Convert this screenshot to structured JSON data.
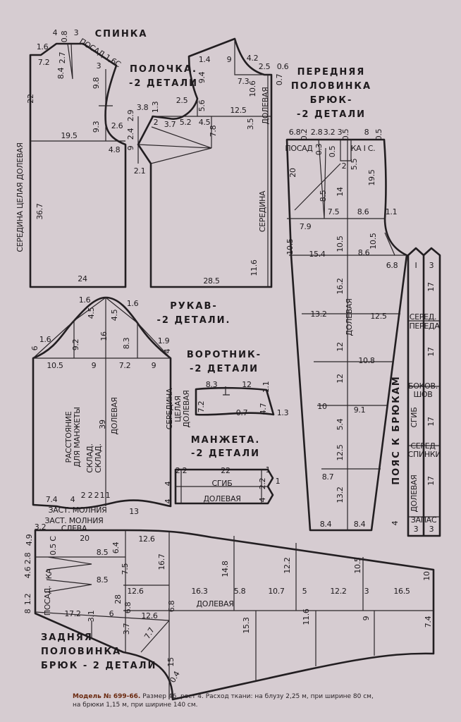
{
  "pieces": {
    "back": {
      "title": [
        "СПИНКА"
      ],
      "labels": [
        "4",
        "0.8",
        "3",
        "1.6",
        "7.2",
        "2.7",
        "8.4",
        "ПОСАД.1,6С",
        "3",
        "9.8",
        "22",
        "9.3",
        "2.6",
        "19.5",
        "4.8",
        "36.7",
        "24",
        "СЕРЕДИНА ЦЕЛАЯ ДОЛЕВАЯ"
      ]
    },
    "front": {
      "title": [
        "ПОЛОЧКА.",
        "-2 ДЕТАЛИ"
      ],
      "labels": [
        "1.4",
        "9",
        "4.2",
        "2.5",
        "0.6",
        "9.4",
        "7.3",
        "10.6",
        "0.7",
        "2.5",
        "5.6",
        "3.8",
        "1.3",
        "2",
        "3.7",
        "5.2",
        "4.5",
        "12.5",
        "2.9",
        "2.4",
        "9",
        "7.8",
        "2.1",
        "3.5",
        "11.6",
        "28.5",
        "СЕРЕДИНА",
        "ДОЛЕВАЯ"
      ]
    },
    "front_trousers": {
      "title": [
        "ПЕРЕДНЯЯ",
        "ПОЛОВИНКА",
        "БРЮК-",
        "-2 ДЕТАЛИ"
      ],
      "labels": [
        "6.8",
        "0.2",
        "2.8",
        "3.2",
        "3",
        "0.5",
        "8",
        "0.5",
        "ПОСАД",
        "0.3",
        "0.5",
        "КА І С.",
        "5.5",
        "2",
        "20",
        "19.5",
        "14",
        "8.5",
        "7.5",
        "8.6",
        "1.1",
        "7.9",
        "10.5",
        "10.5",
        "10.5",
        "15.4",
        "8.6",
        "6.8",
        "16.2",
        "13.2",
        "12.5",
        "12",
        "10.8",
        "12",
        "10",
        "5.4",
        "9.1",
        "12.5",
        "8.7",
        "13.2",
        "8.4",
        "8.4",
        "ДОЛЕВАЯ"
      ]
    },
    "waistband": {
      "title": [
        "ПОЯС К БРЮКАМ"
      ],
      "labels": [
        "I",
        "3",
        "17",
        "СЕРЕД.",
        "ПЕРЕДА",
        "17",
        "БОКОВ.",
        "ШОВ",
        "СГИБ",
        "17",
        "СЕРЕД",
        "СПИНКИ",
        "ДОЛЕВАЯ",
        "17",
        "ЗАПАС",
        "3",
        "3",
        "4"
      ]
    },
    "sleeve": {
      "title": [
        "РУКАВ-",
        "-2 ДЕТАЛИ."
      ],
      "labels": [
        "1.6",
        "1.6",
        "4.5",
        "4.5",
        "6",
        "1.6",
        "9.2",
        "16",
        "8.3",
        "1.9",
        "4",
        "10.5",
        "9",
        "7.2",
        "9",
        "39",
        "ДОЛЕВАЯ",
        "РАССТОЯНИЕ",
        "ДЛЯ МАНЖЕТЫ",
        "СКЛАД.",
        "СКЛАД.",
        "7.4",
        "4",
        "2",
        "2",
        "2",
        "1",
        "1",
        "13",
        "ЗАСТ. МОЛНИЯ"
      ]
    },
    "collar": {
      "title": [
        "ВОРОТНИК-",
        "-2 ДЕТАЛИ"
      ],
      "labels": [
        "8.3",
        "12",
        "1.1",
        "7.2",
        "0.7",
        "4.7",
        "1.3",
        "СЕРЕДИНА",
        "ЦЕЛАЯ",
        "ДОЛЕВАЯ"
      ]
    },
    "cuff": {
      "title": [
        "МАНЖЕТА.",
        "-2 ДЕТАЛИ"
      ],
      "labels": [
        "2.2",
        "22",
        "1",
        "СГИБ",
        "ДОЛЕВАЯ",
        "4",
        "4",
        "2.2",
        "1",
        "4"
      ]
    },
    "back_trousers": {
      "title": [
        "ЗАДНЯЯ",
        "ПОЛОВИНКА",
        "БРЮК - 2 ДЕТАЛИ"
      ],
      "labels": [
        "ЗАСТ. МОЛНИЯ",
        "СЛЕВА",
        "3.2",
        "4.9",
        "20",
        "0.5 С",
        "12.6",
        "8.5",
        "6.4",
        "16.7",
        "14.8",
        "12.2",
        "10.5",
        "10",
        "2.8",
        "4.6",
        "КА",
        "8.5",
        "7.5",
        "1.2",
        "ПОСАД.",
        "28",
        "12.6",
        "16.3",
        "5.8",
        "10.7",
        "5",
        "12.2",
        "3",
        "16.5",
        "8",
        "17.2",
        "3.1",
        "6",
        "6.8",
        "12.6",
        "6.8",
        "ДОЛЕВАЯ",
        "15.3",
        "11.6",
        "9",
        "7.4",
        "3.7",
        "7.7",
        "15",
        "0.4"
      ]
    }
  },
  "caption": {
    "model": "Модель № 699-66.",
    "text": "Размер 46, рост 4. Расход ткани: на блузу 2,25 м, при ширине 80 см, на брюки 1,15 м, при ширине 140 см."
  },
  "colors": {
    "paper": "#d6ccd1",
    "ink": "#221e21",
    "caption_accent": "#6b2a10"
  }
}
